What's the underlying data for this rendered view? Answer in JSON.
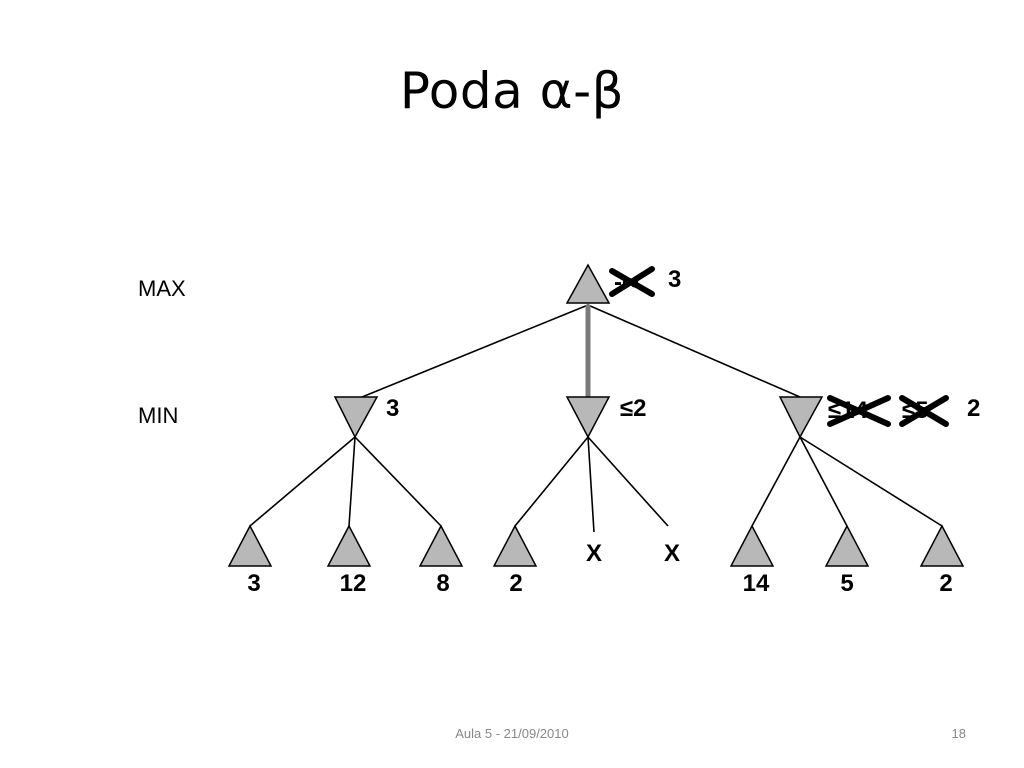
{
  "slide": {
    "title": "Poda α-β",
    "footer_text": "Aula 5 - 21/09/2010",
    "page_number": "18"
  },
  "diagram": {
    "level_labels": {
      "max": "MAX",
      "min": "MIN"
    },
    "root": {
      "crossed": "-∞",
      "value": "3"
    },
    "min_nodes": [
      {
        "value": "3",
        "crossed": []
      },
      {
        "value": "≤2",
        "crossed": []
      },
      {
        "value": "2",
        "crossed": [
          "≤14",
          "≤5"
        ]
      }
    ],
    "leaves": [
      "3",
      "12",
      "8",
      "2",
      "14",
      "5",
      "2"
    ],
    "pruned": [
      "X",
      "X"
    ]
  }
}
